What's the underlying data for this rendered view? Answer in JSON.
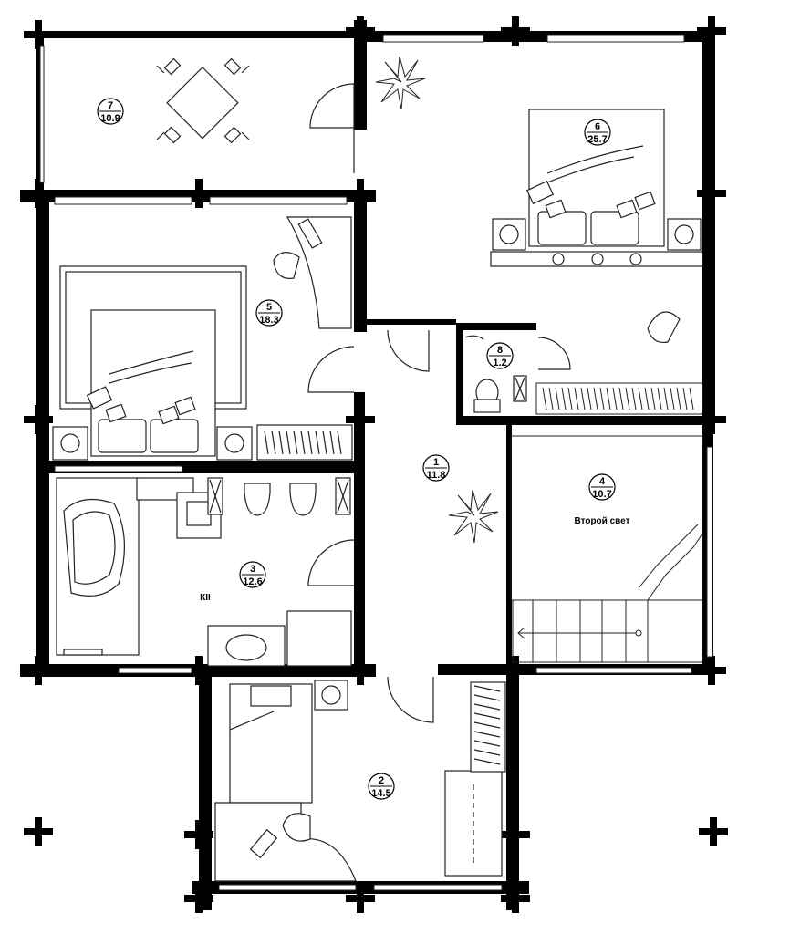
{
  "rooms": [
    {
      "id": "r7",
      "number": "7",
      "area": "10.9"
    },
    {
      "id": "r6",
      "number": "6",
      "area": "25.7"
    },
    {
      "id": "r5",
      "number": "5",
      "area": "18.3"
    },
    {
      "id": "r8",
      "number": "8",
      "area": "1.2"
    },
    {
      "id": "r1",
      "number": "1",
      "area": "11.8"
    },
    {
      "id": "r4",
      "number": "4",
      "area": "10.7"
    },
    {
      "id": "r3",
      "number": "3",
      "area": "12.6"
    },
    {
      "id": "r2",
      "number": "2",
      "area": "14.5"
    }
  ],
  "notes": {
    "second_light": "Второй свет",
    "bathroom_tag": "КII"
  },
  "colors": {
    "wall": "#000000",
    "line": "#222222",
    "background": "#ffffff"
  }
}
